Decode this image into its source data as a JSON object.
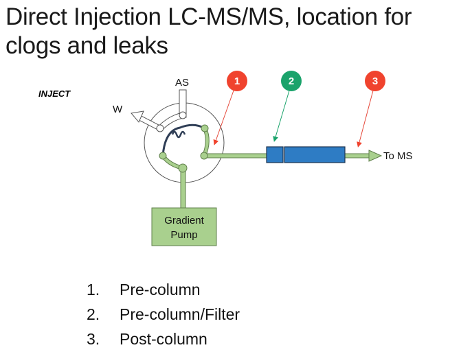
{
  "slide": {
    "title": "Direct Injection LC-MS/MS, location for clogs and leaks",
    "mode_label": "INJECT",
    "components": {
      "autosampler_label": "AS",
      "waste_label": "W",
      "pump_label_line1": "Gradient",
      "pump_label_line2": "Pump",
      "destination_label": "To MS"
    },
    "badges": [
      {
        "number": "1",
        "color": "#f0432e",
        "arrow_color": "#e5483a"
      },
      {
        "number": "2",
        "color": "#1aa36b",
        "arrow_color": "#1aa36b"
      },
      {
        "number": "3",
        "color": "#f0432e",
        "arrow_color": "#e5483a"
      }
    ],
    "colors": {
      "tubing": "#a9d08e",
      "tubing_outline": "#5f7f4b",
      "column": "#2e7cc4",
      "column_outline": "#1f3550",
      "sample_loop": "#2f3e56",
      "pump_fill": "#a9d08e"
    },
    "locations": [
      {
        "number": "1.",
        "label": "Pre-column"
      },
      {
        "number": "2.",
        "label": "Pre-column/Filter"
      },
      {
        "number": "3.",
        "label": "Post-column"
      }
    ]
  }
}
